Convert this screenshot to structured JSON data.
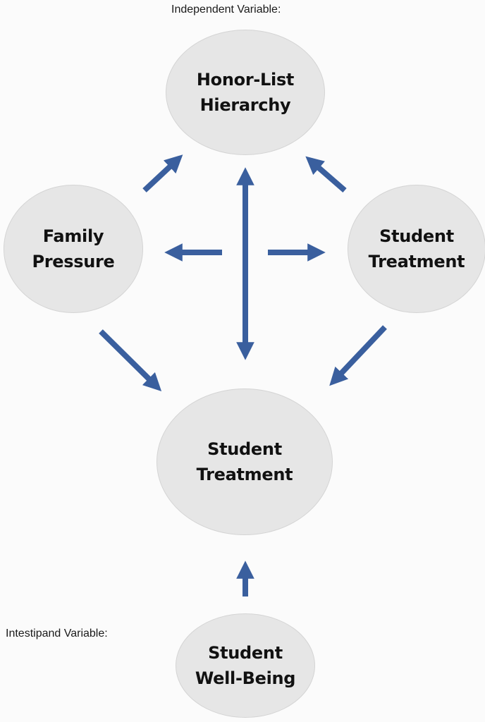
{
  "labels": {
    "top": "Independent Variable:",
    "bottom": "Intestipand Variable:"
  },
  "nodes": {
    "top": {
      "line1": "Honor-List",
      "line2": "Hierarchy"
    },
    "left": {
      "line1": "Family",
      "line2": "Pressure"
    },
    "right": {
      "line1": "Student",
      "line2": "Treatment"
    },
    "middle": {
      "line1": "Student",
      "line2": "Treatment"
    },
    "bottom": {
      "line1": "Student",
      "line2": "Well-Being"
    }
  },
  "colors": {
    "arrow": "#3a5f9e",
    "node_fill": "#e6e6e6",
    "node_border": "#d4d4d4"
  },
  "arrows": [
    {
      "name": "arrow-left-to-top",
      "from": "left",
      "to": "top"
    },
    {
      "name": "arrow-right-to-top",
      "from": "right",
      "to": "top"
    },
    {
      "name": "arrow-center-bidirectional",
      "from": "top",
      "to": "middle",
      "bidirectional": true
    },
    {
      "name": "arrow-center-to-left",
      "from": "center",
      "to": "left"
    },
    {
      "name": "arrow-center-to-right",
      "from": "center",
      "to": "right"
    },
    {
      "name": "arrow-left-to-middle",
      "from": "left",
      "to": "middle"
    },
    {
      "name": "arrow-right-to-middle",
      "from": "right",
      "to": "middle"
    },
    {
      "name": "arrow-bottom-to-middle",
      "from": "bottom",
      "to": "middle"
    }
  ]
}
